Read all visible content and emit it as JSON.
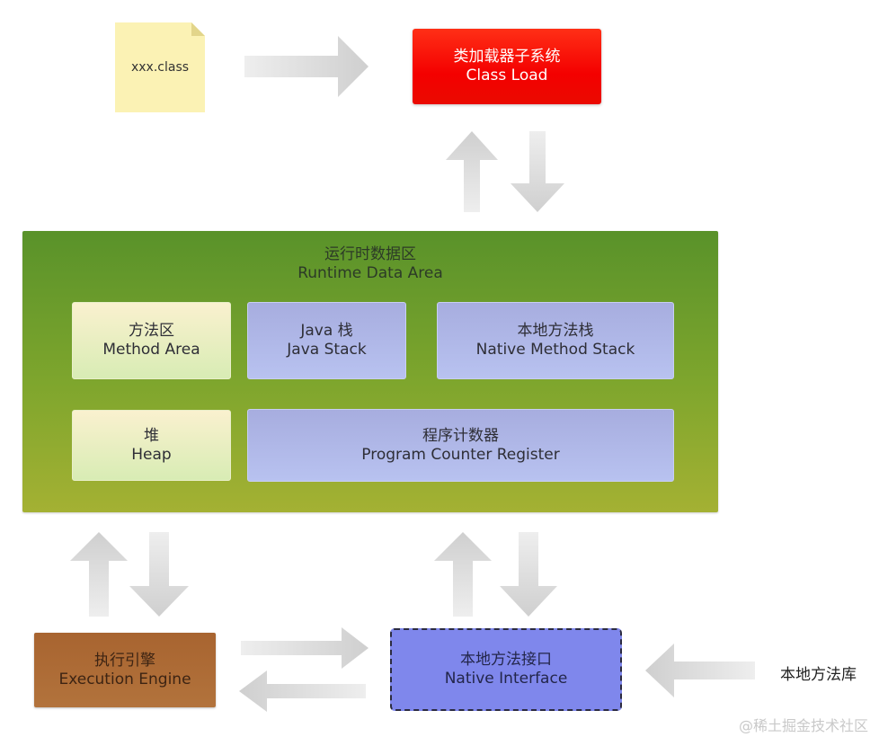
{
  "file": {
    "label": "xxx.class"
  },
  "class_loader": {
    "zh": "类加载器子系统",
    "en": "Class Load"
  },
  "runtime_data_area": {
    "zh": "运行时数据区",
    "en": "Runtime Data Area",
    "regions": {
      "method_area": {
        "zh": "方法区",
        "en": "Method Area"
      },
      "java_stack": {
        "zh": "Java 栈",
        "en": "Java Stack"
      },
      "native_method_stack": {
        "zh": "本地方法栈",
        "en": "Native Method Stack"
      },
      "heap": {
        "zh": "堆",
        "en": "Heap"
      },
      "pc_register": {
        "zh": "程序计数器",
        "en": "Program Counter Register"
      }
    }
  },
  "execution_engine": {
    "zh": "执行引擎",
    "en": "Execution Engine"
  },
  "native_interface": {
    "zh": "本地方法接口",
    "en": "Native Interface"
  },
  "native_library": {
    "label": "本地方法库"
  },
  "watermark": "@稀土掘金技术社区",
  "colors": {
    "class_loader": "#f40000",
    "runtime_area": "#7fa62d",
    "region_yellow": "#faf1cf",
    "region_blue": "#a7addf",
    "execution_engine": "#b2733c",
    "native_interface": "#7f87ec",
    "arrow": "#d6d6d6"
  }
}
